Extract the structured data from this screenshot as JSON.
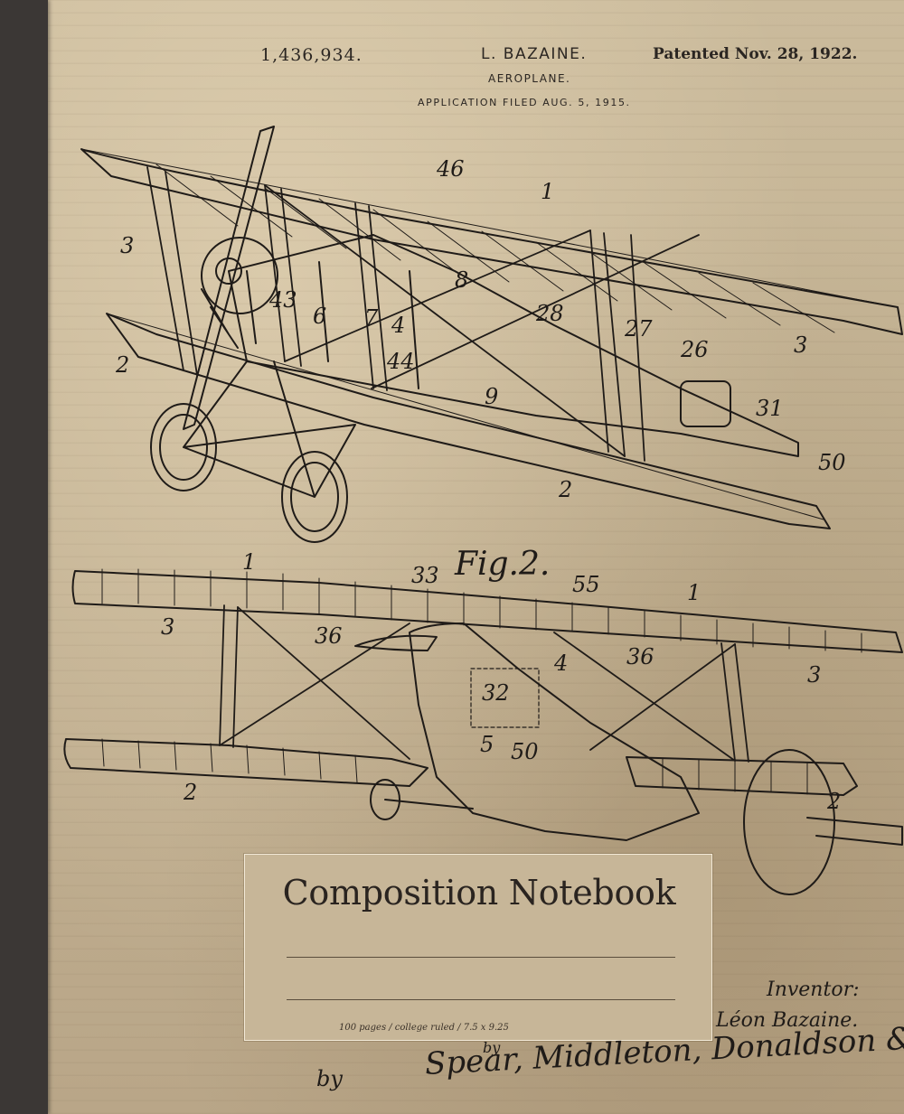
{
  "header": {
    "patent_number": "1,436,934.",
    "inventor_name": "L. BAZAINE.",
    "title": "AEROPLANE.",
    "application": "APPLICATION FILED AUG. 5, 1915.",
    "patented": "Patented Nov. 28, 1922."
  },
  "drawing": {
    "figure_label": "Fig.2.",
    "fig1_numbers": [
      "46",
      "1",
      "3",
      "43",
      "6",
      "7",
      "4",
      "8",
      "28",
      "27",
      "26",
      "3",
      "2",
      "44",
      "9",
      "31",
      "50",
      "2"
    ],
    "fig2_numbers": [
      "1",
      "33",
      "55",
      "1",
      "3",
      "36",
      "4",
      "36",
      "3",
      "32",
      "5",
      "50",
      "2",
      "2"
    ]
  },
  "label": {
    "title": "Composition Notebook",
    "details": "100 pages / college ruled / 7.5 x 9.25"
  },
  "signature": {
    "inventor_label": "Inventor:",
    "inventor_name": "Léon Bazaine.",
    "by_left": "by",
    "by_small": "by",
    "attorney": "Spear, Middleton, Donaldson & Spear"
  },
  "colors": {
    "paper": "#c2b192",
    "spine": "#3b3735",
    "ink": "#1f1b18",
    "label_bg": "#c7b698"
  }
}
